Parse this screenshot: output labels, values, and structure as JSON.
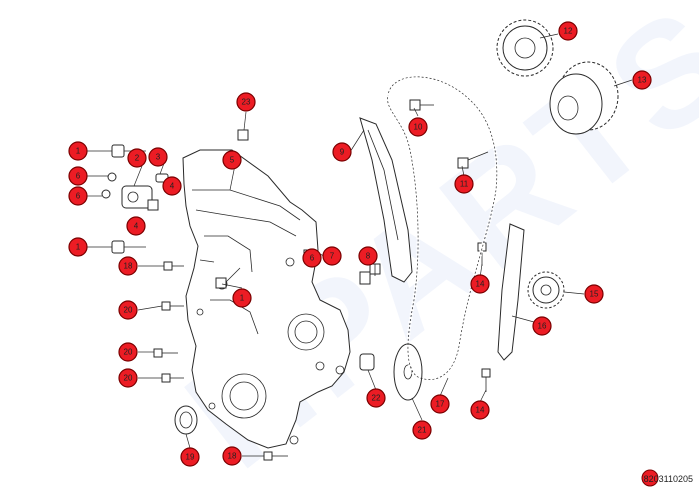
{
  "watermark": "HPARTS",
  "diagram_code": "8203110205",
  "callouts": [
    "1",
    "1",
    "1",
    "2",
    "3",
    "4",
    "4",
    "5",
    "6",
    "6",
    "6",
    "7",
    "8",
    "9",
    "10",
    "11",
    "12",
    "13",
    "14",
    "14",
    "15",
    "16",
    "17",
    "18",
    "18",
    "19",
    "20",
    "20",
    "20",
    "21",
    "22",
    "23"
  ],
  "colors": {
    "callout_fill": "#ec1c24",
    "line": "#2a2a2a"
  }
}
